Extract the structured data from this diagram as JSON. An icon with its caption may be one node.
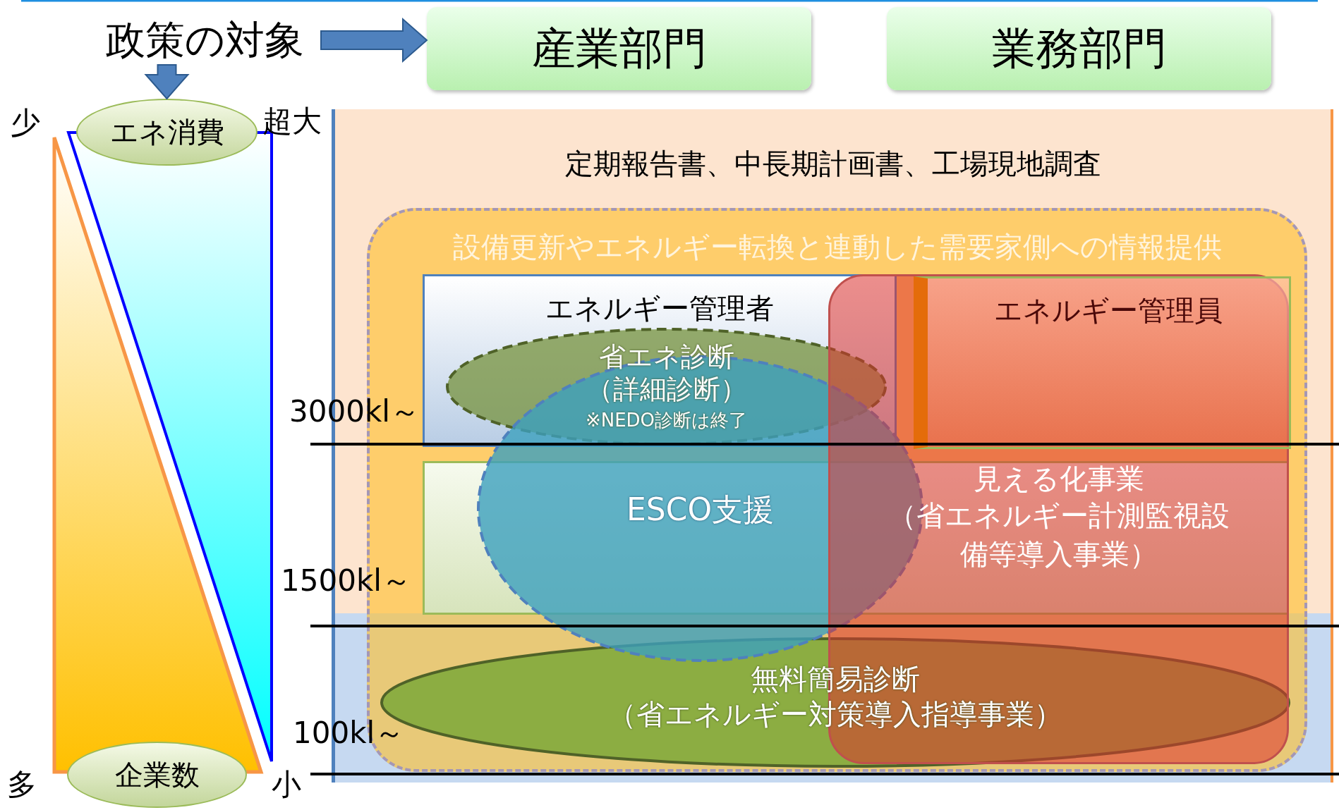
{
  "diagram": {
    "nodes": [
      {
        "text": [
          "政策の対象"
        ]
      },
      {
        "text": [
          "産業部門"
        ]
      },
      {
        "text": [
          "業務部門"
        ]
      },
      {
        "text": [
          "エネ消費"
        ]
      },
      {
        "text": [
          "定期報告書、中長期計画書、工場現地調査"
        ]
      },
      {
        "text": [
          "設備更新やエネルギー転換と連動した需要家側への情報提供"
        ],
        "in": 4
      },
      {
        "text": [
          "エネルギー管理者"
        ],
        "in": 5
      },
      {
        "text": [
          "見える化事業",
          "（省エネルギー計測監視設備等導入事業）"
        ],
        "in": 5
      },
      {
        "text": [
          "エネルギー管理員"
        ],
        "in": 7
      },
      {
        "text": [
          "省エネ診断",
          "（詳細診断）",
          "※NEDO診断は終了"
        ],
        "in": 6
      },
      {
        "text": [
          "ESCO支援"
        ],
        "in": 5
      },
      {
        "text": [
          "無料簡易診断",
          "（省エネルギー対策導入指導事業）"
        ],
        "in": 5
      },
      {
        "text": [
          "企業数"
        ]
      }
    ],
    "edges": [
      {
        "from": 0,
        "to": 1,
        "arrow": "to",
        "style": "thick"
      },
      {
        "from": 0,
        "to": 3,
        "arrow": "to",
        "style": "thick"
      }
    ],
    "labels": [
      "少",
      "超大",
      "3000kl～",
      "1500kl～",
      "100kl～",
      "多",
      "小"
    ]
  }
}
